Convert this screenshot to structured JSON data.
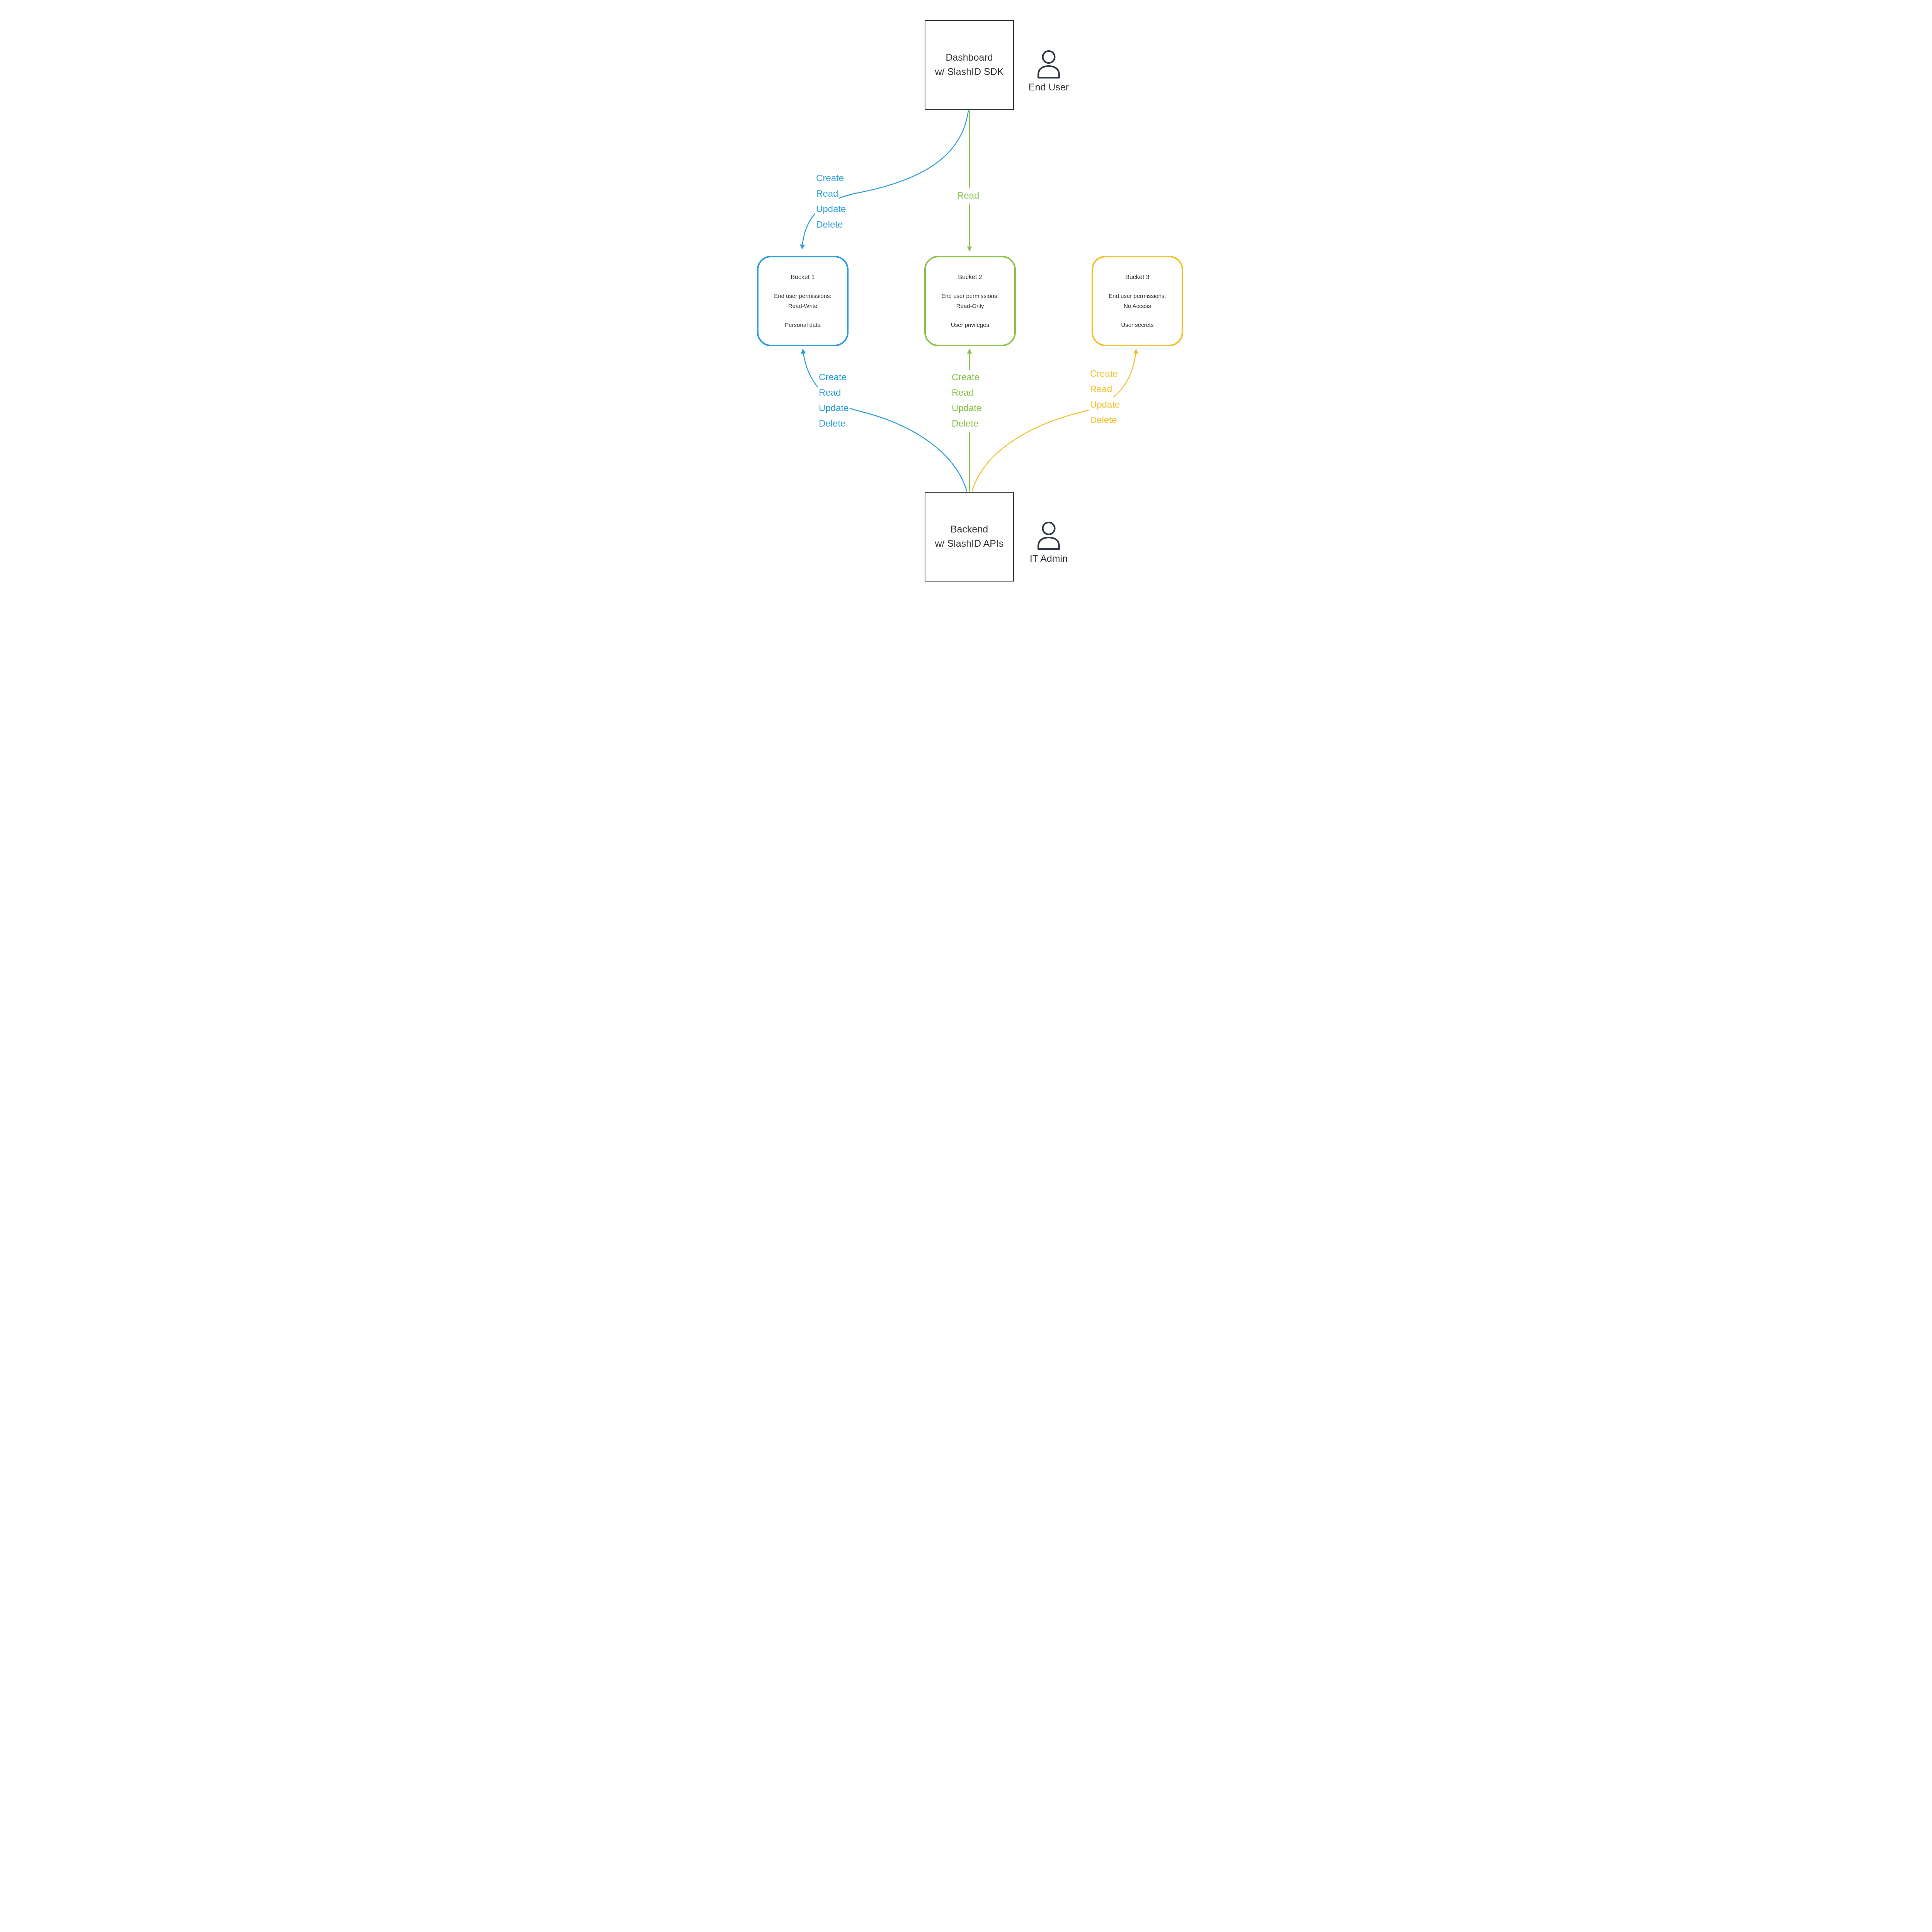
{
  "colors": {
    "blue": "#2D9CDB",
    "green": "#8BC34A",
    "yellow": "#F2C029",
    "ink": "#333333"
  },
  "icons": {
    "end_user": "person-icon",
    "it_admin": "person-icon"
  },
  "nodes": {
    "dashboard": {
      "line1": "Dashboard",
      "line2": "w/ SlashID SDK"
    },
    "backend": {
      "line1": "Backend",
      "line2": "w/ SlashID APIs"
    },
    "bucket1": {
      "title": "Bucket 1",
      "perm_label": "End user permissions:",
      "perm_value": "Read-Write",
      "content": "Personal data"
    },
    "bucket2": {
      "title": "Bucket 2",
      "perm_label": "End user permissions:",
      "perm_value": "Read-Only",
      "content": "User privileges"
    },
    "bucket3": {
      "title": "Bucket 3",
      "perm_label": "End user permissions:",
      "perm_value": "No Access",
      "content": "User secrets"
    }
  },
  "actors": {
    "end_user": "End User",
    "it_admin": "IT Admin"
  },
  "edges": {
    "dash_to_b1": {
      "labels": [
        "Create",
        "Read",
        "Update",
        "Delete"
      ]
    },
    "dash_to_b2": {
      "labels": [
        "Read"
      ]
    },
    "backend_to_b1": {
      "labels": [
        "Create",
        "Read",
        "Update",
        "Delete"
      ]
    },
    "backend_to_b2": {
      "labels": [
        "Create",
        "Read",
        "Update",
        "Delete"
      ]
    },
    "backend_to_b3": {
      "labels": [
        "Create",
        "Read",
        "Update",
        "Delete"
      ]
    }
  }
}
